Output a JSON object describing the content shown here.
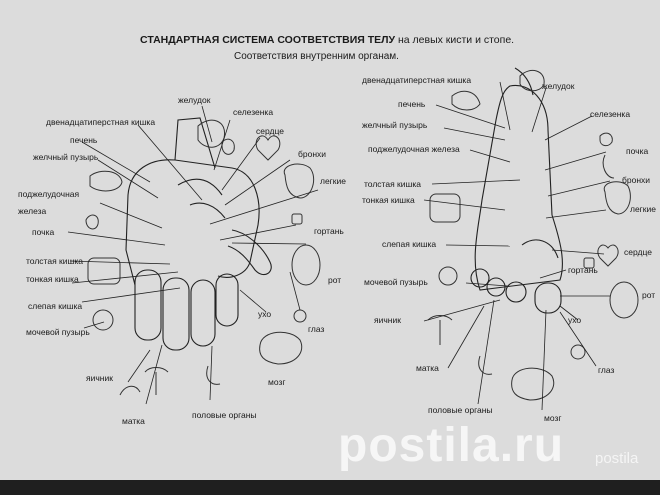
{
  "title": {
    "bold": "СТАНДАРТНАЯ СИСТЕМА СООТВЕТСТВИЯ ТЕЛУ",
    "rest": " на левых кисти и стопе.",
    "subtitle": "Соответствия внутренним органам."
  },
  "hand_labels": {
    "zheludok": "желудок",
    "duodenum": "двенадцатиперстная кишка",
    "selezenka": "селезенка",
    "pechen": "печень",
    "serdce": "сердце",
    "zhelchny": "желчный пузырь",
    "bronhi": "бронхи",
    "legkie": "легкие",
    "podzhel1": "поджелудочная",
    "podzhel2": "железа",
    "gortan": "гортань",
    "pochka": "почка",
    "tolstaya": "толстая кишка",
    "tonkaya": "тонкая кишка",
    "rot": "рот",
    "slepaya": "слепая кишка",
    "uho": "ухо",
    "glaz": "глаз",
    "mochevoy": "мочевой пузырь",
    "yaichnik": "яичник",
    "mozg": "мозг",
    "matka": "матка",
    "polovye": "половые органы"
  },
  "foot_labels": {
    "duodenum": "двенадцатиперстная кишка",
    "zheludok": "желудок",
    "pechen": "печень",
    "selezenka": "селезенка",
    "zhelchny": "желчный пузырь",
    "podzhel": "поджелудочная железа",
    "pochka": "почка",
    "tolstaya": "толстая кишка",
    "bronhi": "бронхи",
    "tonkaya": "тонкая кишка",
    "legkie": "легкие",
    "slepaya": "слепая кишка",
    "serdce": "сердце",
    "gortan": "гортань",
    "mochevoy": "мочевой пузырь",
    "rot": "рот",
    "yaichnik": "яичник",
    "uho": "ухо",
    "matka": "матка",
    "glaz": "глаз",
    "polovye": "половые органы",
    "mozg": "мозг"
  },
  "watermark": {
    "main": "postila.ru",
    "sub": "postila"
  }
}
